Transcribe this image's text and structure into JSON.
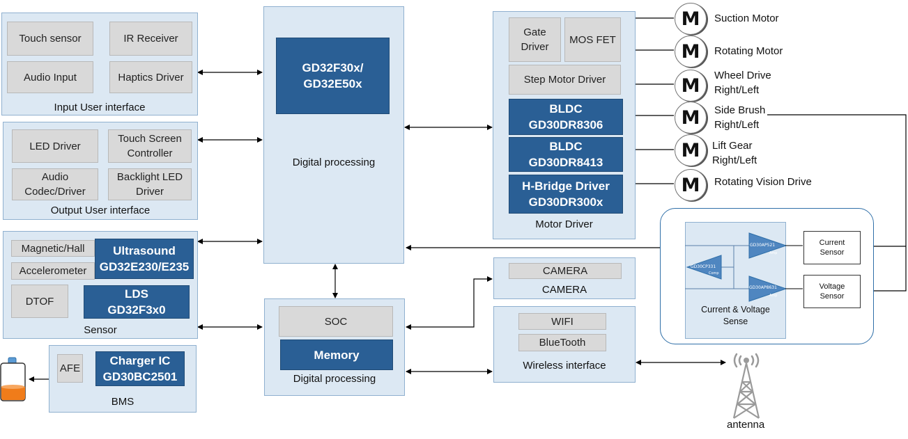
{
  "input_ui": {
    "title": "Input User interface",
    "touch_sensor": "Touch sensor",
    "ir_receiver": "IR Receiver",
    "audio_input": "Audio Input",
    "haptics_driver": "Haptics Driver"
  },
  "output_ui": {
    "title": "Output User interface",
    "led_driver": "LED Driver",
    "touch_screen_controller": "Touch Screen\nController",
    "audio_codec": "Audio\nCodec/Driver",
    "backlight_led_driver": "Backlight LED\nDriver"
  },
  "sensor": {
    "title": "Sensor",
    "magnetic_hall": "Magnetic/Hall",
    "accelerometer": "Accelerometer",
    "dtof": "DTOF",
    "ultrasound": "Ultrasound\nGD32E230/E235",
    "lds": "LDS\nGD32F3x0"
  },
  "bms": {
    "title": "BMS",
    "afe": "AFE",
    "charger_ic": "Charger IC\nGD30BC2501"
  },
  "main_mcu": {
    "chip": "GD32F30x/\nGD32E50x",
    "label": "Digital processing"
  },
  "soc_block": {
    "soc": "SOC",
    "memory": "Memory",
    "label": "Digital processing"
  },
  "motor_driver": {
    "title": "Motor Driver",
    "gate_driver": "Gate\nDriver",
    "mos_fet": "MOS FET",
    "step_motor_driver": "Step Motor Driver",
    "bldc1": "BLDC\nGD30DR8306",
    "bldc2": "BLDC\nGD30DR8413",
    "hbridge": "H-Bridge Driver\nGD30DR300x"
  },
  "motors": {
    "symbol": "M",
    "suction": "Suction Motor",
    "rotating": "Rotating Motor",
    "wheel": "Wheel Drive\nRight/Left",
    "side_brush": "Side Brush\nRight/Left",
    "lift_gear": "Lift Gear\nRight/Left",
    "vision": "Rotating Vision Drive"
  },
  "camera": {
    "inner": "CAMERA",
    "title": "CAMERA"
  },
  "wireless": {
    "title": "Wireless interface",
    "wifi": "WIFI",
    "bluetooth": "BlueTooth"
  },
  "antenna": {
    "label": "antenna"
  },
  "sense": {
    "title": "Current & Voltage\nSense",
    "current_sensor": "Current\nSensor",
    "voltage_sensor": "Voltage\nSensor",
    "amp1": "GD30AP521",
    "amp1_sub": "Amp",
    "comp": "GD30CP331",
    "comp_sub": "Comp",
    "amp2": "GD30AP8631",
    "amp2_sub": "Amp"
  },
  "colors": {
    "panel": "#dce8f3",
    "gray_box": "#d9d9d9",
    "blue_box": "#2a5f95",
    "battery_fill": "#f07c1a"
  }
}
